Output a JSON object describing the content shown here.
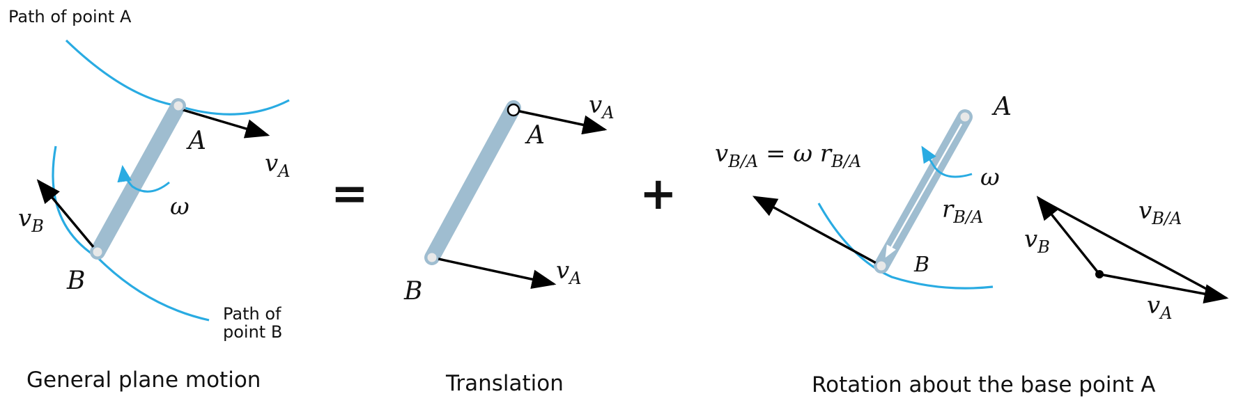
{
  "panel_general": {
    "path_a_label": "Path of point A",
    "path_b_line1": "Path of",
    "path_b_line2": "point B",
    "label_a": "A",
    "label_b": "B",
    "v_a": "v",
    "v_a_sub": "A",
    "v_b": "v",
    "v_b_sub": "B",
    "omega": "ω",
    "caption": "General plane motion"
  },
  "equals_sign": "=",
  "panel_translation": {
    "label_a": "A",
    "label_b": "B",
    "v_a_top": "v",
    "v_a_top_sub": "A",
    "v_a_bottom": "v",
    "v_a_bottom_sub": "A",
    "caption": "Translation"
  },
  "plus_sign": "+",
  "panel_rotation": {
    "label_a": "A",
    "label_b": "B",
    "omega": "ω",
    "r_ba": "r",
    "r_ba_sub": "B/A",
    "eq_lhs": "v",
    "eq_lhs_sub": "B/A",
    "eq_mid": " = ω r",
    "eq_rhs_sub": "B/A",
    "caption": "Rotation about the base point A"
  },
  "velocity_triangle": {
    "v_b": "v",
    "v_b_sub": "B",
    "v_ba": "v",
    "v_ba_sub": "B/A",
    "v_a": "v",
    "v_a_sub": "A"
  },
  "colors": {
    "path_curve": "#29abe2",
    "link": "#9fbdd0",
    "vector": "#000000"
  }
}
